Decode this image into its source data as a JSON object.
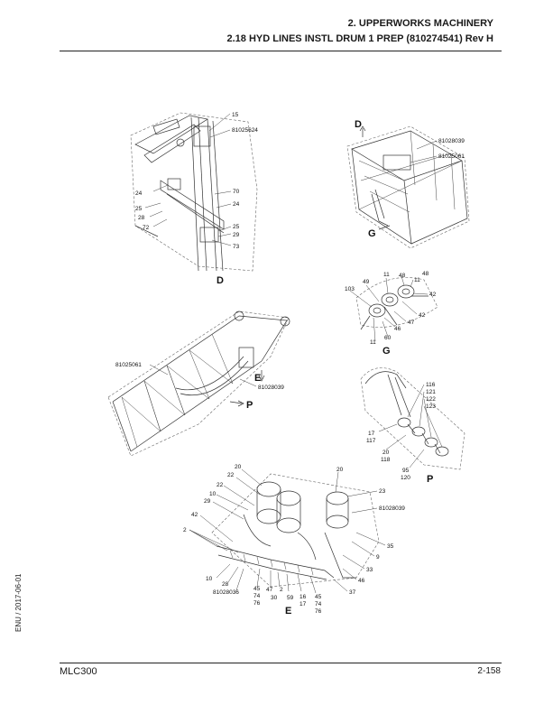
{
  "header": {
    "chapter": "2. UPPERWORKS MACHINERY",
    "section": "2.18 HYD LINES INSTL DRUM 1 PREP (810274541) Rev H"
  },
  "footer": {
    "model": "MLC300",
    "page": "2-158",
    "side_code": "ENU / 2017-06-01"
  },
  "views": {
    "D": {
      "view_label": "D",
      "callouts": [
        "15",
        "81025624",
        "24",
        "25",
        "28",
        "72",
        "70",
        "24",
        "25",
        "29",
        "73"
      ]
    },
    "top_right": {
      "callouts": [
        "D",
        "81028039",
        "81025061",
        "G"
      ]
    },
    "G": {
      "view_label": "G",
      "callouts": [
        "48",
        "11",
        "48",
        "11",
        "49",
        "103",
        "42",
        "42",
        "47",
        "46",
        "60",
        "11"
      ]
    },
    "mid_left": {
      "callouts": [
        "81025061",
        "E",
        "81028039",
        "P"
      ]
    },
    "P": {
      "view_label": "P",
      "callouts": [
        "116",
        "121",
        "122",
        "123",
        "17",
        "117",
        "20",
        "118",
        "95",
        "120"
      ]
    },
    "E": {
      "view_label": "E",
      "callouts": [
        "20",
        "20",
        "22",
        "22",
        "10",
        "23",
        "29",
        "81028039",
        "42",
        "2",
        "35",
        "9",
        "33",
        "46",
        "37",
        "10",
        "28",
        "81028036",
        "45",
        "74",
        "76",
        "47",
        "30",
        "2",
        "59",
        "16",
        "17",
        "45",
        "74",
        "76"
      ]
    }
  }
}
